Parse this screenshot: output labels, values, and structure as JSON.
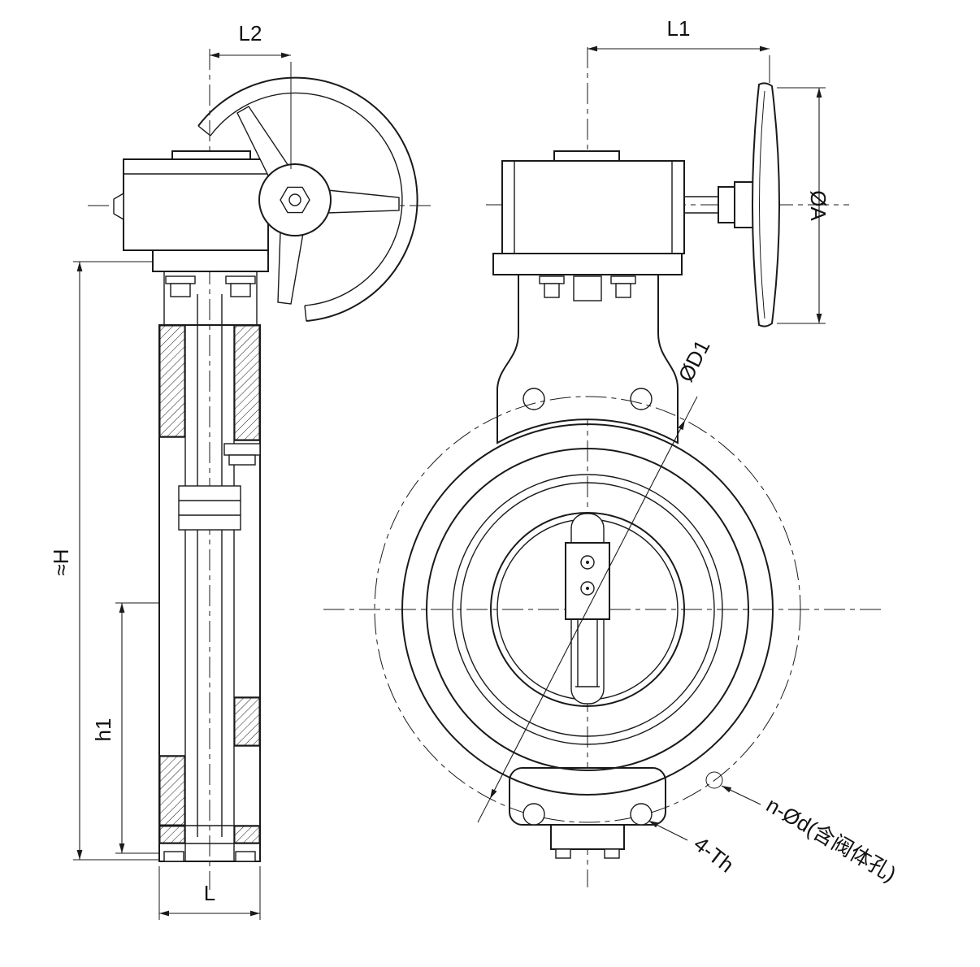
{
  "labels": {
    "L2": "L2",
    "L1": "L1",
    "H": "≈H",
    "h1": "h1",
    "L": "L",
    "OA": "ØA",
    "OD1": "ØD1",
    "fourTh": "4-Th",
    "nOd": "n-Ød(含阀体孔)"
  },
  "colors": {
    "line": "#1a1a1a",
    "background": "#ffffff"
  }
}
